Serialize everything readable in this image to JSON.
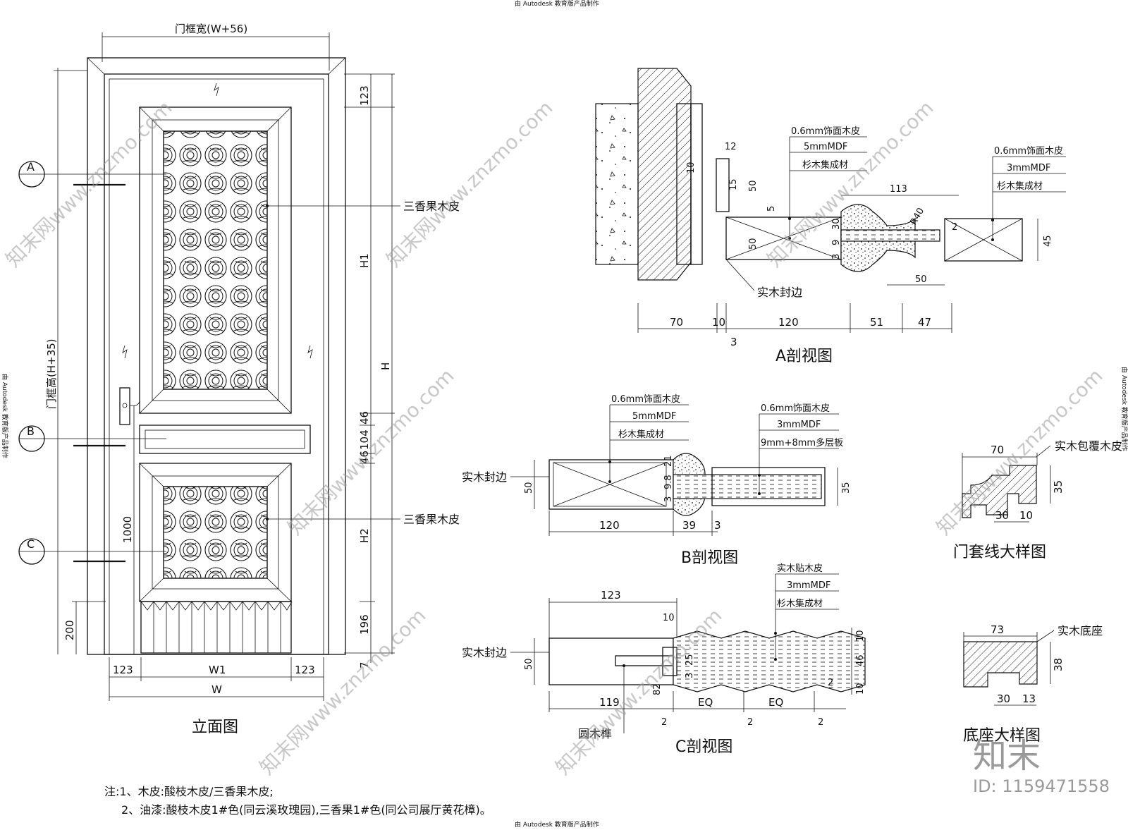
{
  "top_notice": "由 Autodesk 教育版产品制作",
  "bottom_notice": "由 Autodesk 教育版产品制作",
  "side_notice": "由 Autodesk 教育版产品制作",
  "elevation": {
    "title": "立面图",
    "frame_width_label": "门框宽(W+56)",
    "frame_height_label": "门框高(H+35)",
    "height_label": "H",
    "h1_label": "H1",
    "h2_label": "H2",
    "w_label": "W",
    "w1_label": "W1",
    "veneer_label_upper": "三香果木皮",
    "veneer_label_lower": "三香果木皮",
    "markers": [
      "A",
      "B",
      "C"
    ],
    "dims": {
      "top_rail": "123",
      "mid_a": "46",
      "mid_b": "104",
      "mid_c": "46",
      "bottom_196": "196",
      "bottom_7": "7",
      "left_1000": "1000",
      "left_200": "200",
      "stile_left": "123",
      "stile_right": "123"
    }
  },
  "section_a": {
    "title": "A剖视图",
    "label_solid_edge": "实木封边",
    "stack_1": [
      "0.6mm饰面木皮",
      "5mmMDF",
      "杉木集成材"
    ],
    "stack_2": [
      "0.6mm饰面木皮",
      "3mmMDF",
      "杉木集成材"
    ],
    "dims_bottom": [
      "70",
      "10",
      "120",
      "51",
      "47"
    ],
    "dim_3": "3",
    "dims_misc": [
      "12",
      "10",
      "15",
      "50",
      "5",
      "50",
      "30",
      "9",
      "3",
      "113",
      "R40",
      "2",
      "45",
      "50"
    ]
  },
  "section_b": {
    "title": "B剖视图",
    "label_solid_edge": "实木封边",
    "stack_1": [
      "0.6mm饰面木皮",
      "5mmMDF",
      "杉木集成材"
    ],
    "stack_2": [
      "0.6mm饰面木皮",
      "3mmMDF",
      "9mm+8mm多层板"
    ],
    "dims_bottom": [
      "120",
      "39",
      "3"
    ],
    "dims_misc": [
      "50",
      "21",
      "9.8",
      "3",
      "35"
    ]
  },
  "section_c": {
    "title": "C剖视图",
    "label_solid_edge": "实木封边",
    "label_dowel": "圆木榫",
    "stack": [
      "实木贴木皮",
      "3mmMDF",
      "杉木集成材"
    ],
    "dims_top": [
      "123",
      "10"
    ],
    "dims_bottom": [
      "119",
      "EQ",
      "EQ"
    ],
    "dims_misc": [
      "50",
      "25",
      "3",
      "82",
      "2",
      "2",
      "2",
      "2",
      "10",
      "46",
      "10"
    ]
  },
  "casing_detail": {
    "title": "门套线大样图",
    "label": "实木包覆木皮",
    "dims": [
      "70",
      "35",
      "30",
      "10"
    ]
  },
  "base_detail": {
    "title": "底座大样图",
    "label": "实木底座",
    "dims": [
      "73",
      "38",
      "30",
      "13"
    ]
  },
  "notes": {
    "line1": "注:1、木皮:酸枝木皮/三香果木皮;",
    "line2": "2、油漆:酸枝木皮1#色(同云溪玫瑰园),三香果1#色(同公司展厅黄花樟)。"
  },
  "watermarks": {
    "brand_cn": "知末",
    "id_text": "ID: 1159471558",
    "site_text": "znzmo.com",
    "site_cn": "知末网www.znzmo.com"
  }
}
